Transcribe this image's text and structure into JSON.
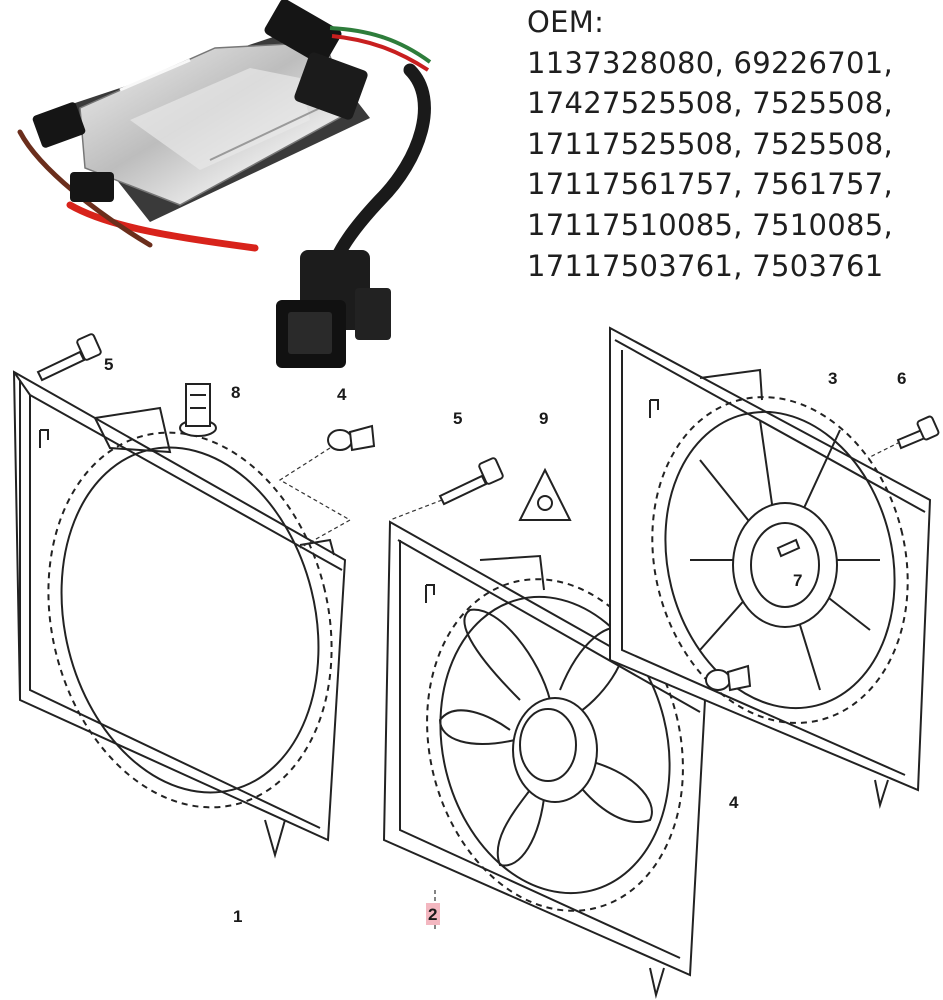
{
  "oem": {
    "heading": "OEM:",
    "lines": [
      "1137328080, 69226701,",
      "17427525508, 7525508,",
      "17117525508, 7525508,",
      "17117561757, 7561757,",
      "17117510085, 7510085,",
      "17117503761, 7503761"
    ]
  },
  "callouts": {
    "c1": "1",
    "c2": "2",
    "c3": "3",
    "c4_top": "4",
    "c4_right": "4",
    "c5_left": "5",
    "c5_mid": "5",
    "c6": "6",
    "c7": "7",
    "c8": "8",
    "c9": "9"
  },
  "colors": {
    "highlight": "#f3b7c0",
    "linework": "#222222",
    "module_body": "#c9c9c9"
  }
}
